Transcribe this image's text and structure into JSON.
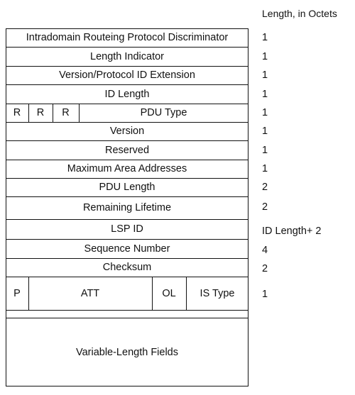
{
  "header": {
    "length_label": "Length, in Octets"
  },
  "fields": [
    {
      "label": "Intradomain Routeing Protocol Discriminator",
      "length": "1"
    },
    {
      "label": "Length Indicator",
      "length": "1"
    },
    {
      "label": "Version/Protocol ID Extension",
      "length": "1"
    },
    {
      "label": "ID Length",
      "length": "1"
    },
    {
      "label": "PDU Type",
      "length": "1",
      "bits": [
        "R",
        "R",
        "R"
      ]
    },
    {
      "label": "Version",
      "length": "1"
    },
    {
      "label": "Reserved",
      "length": "1"
    },
    {
      "label": "Maximum Area Addresses",
      "length": "1"
    },
    {
      "label": "PDU Length",
      "length": "2"
    },
    {
      "label": "Remaining Lifetime",
      "length": "2"
    },
    {
      "label": "LSP ID",
      "length": "ID Length+ 2"
    },
    {
      "label": "Sequence Number",
      "length": "4"
    },
    {
      "label": "Checksum",
      "length": "2"
    },
    {
      "label": "",
      "length": "1",
      "subfields": [
        "P",
        "ATT",
        "OL",
        "IS Type"
      ]
    },
    {
      "label": "Variable-Length Fields",
      "length": ""
    }
  ]
}
